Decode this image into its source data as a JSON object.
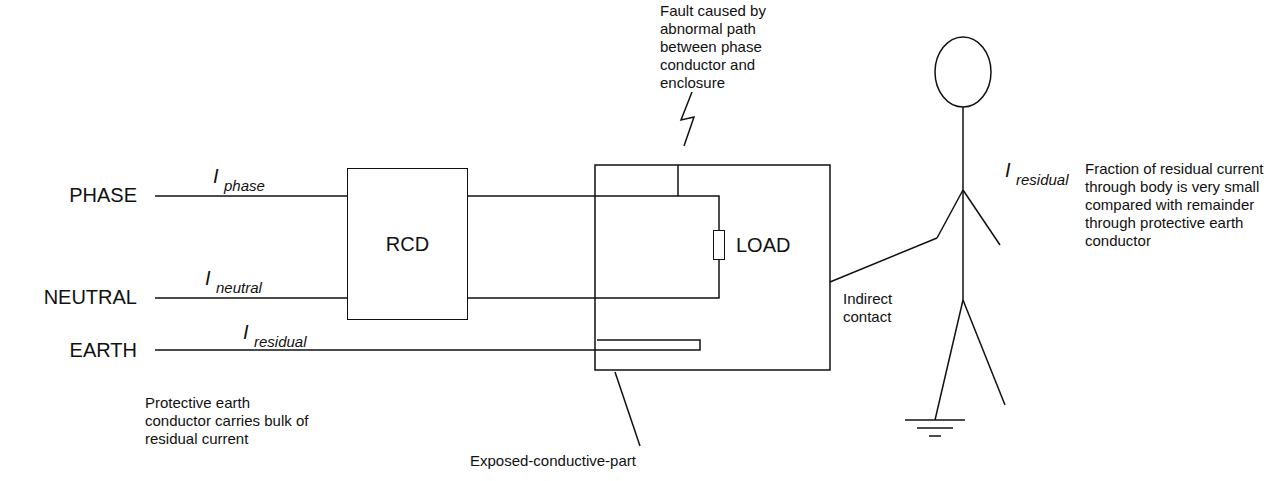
{
  "diagram": {
    "nodes": [
      {
        "text": [
          "RCD"
        ]
      },
      {
        "text": [
          "LOAD"
        ]
      }
    ],
    "edges": [
      {
        "from": 0,
        "to": 1,
        "arrow": "none"
      },
      {
        "from": 0,
        "to": 1,
        "arrow": "none"
      }
    ],
    "labels": [
      "Fault caused by abnormal path between phase conductor and enclosure",
      "PHASE",
      "I",
      "phase",
      "I",
      "neutral",
      "NEUTRAL",
      "EARTH",
      "I",
      "residual",
      "Indirect contact",
      "I",
      "residual",
      "Fraction of residual current through body is very small compared with remainder through protective earth conductor",
      "Protective earth conductor carries bulk of residual current",
      "Exposed-conductive-part"
    ]
  }
}
